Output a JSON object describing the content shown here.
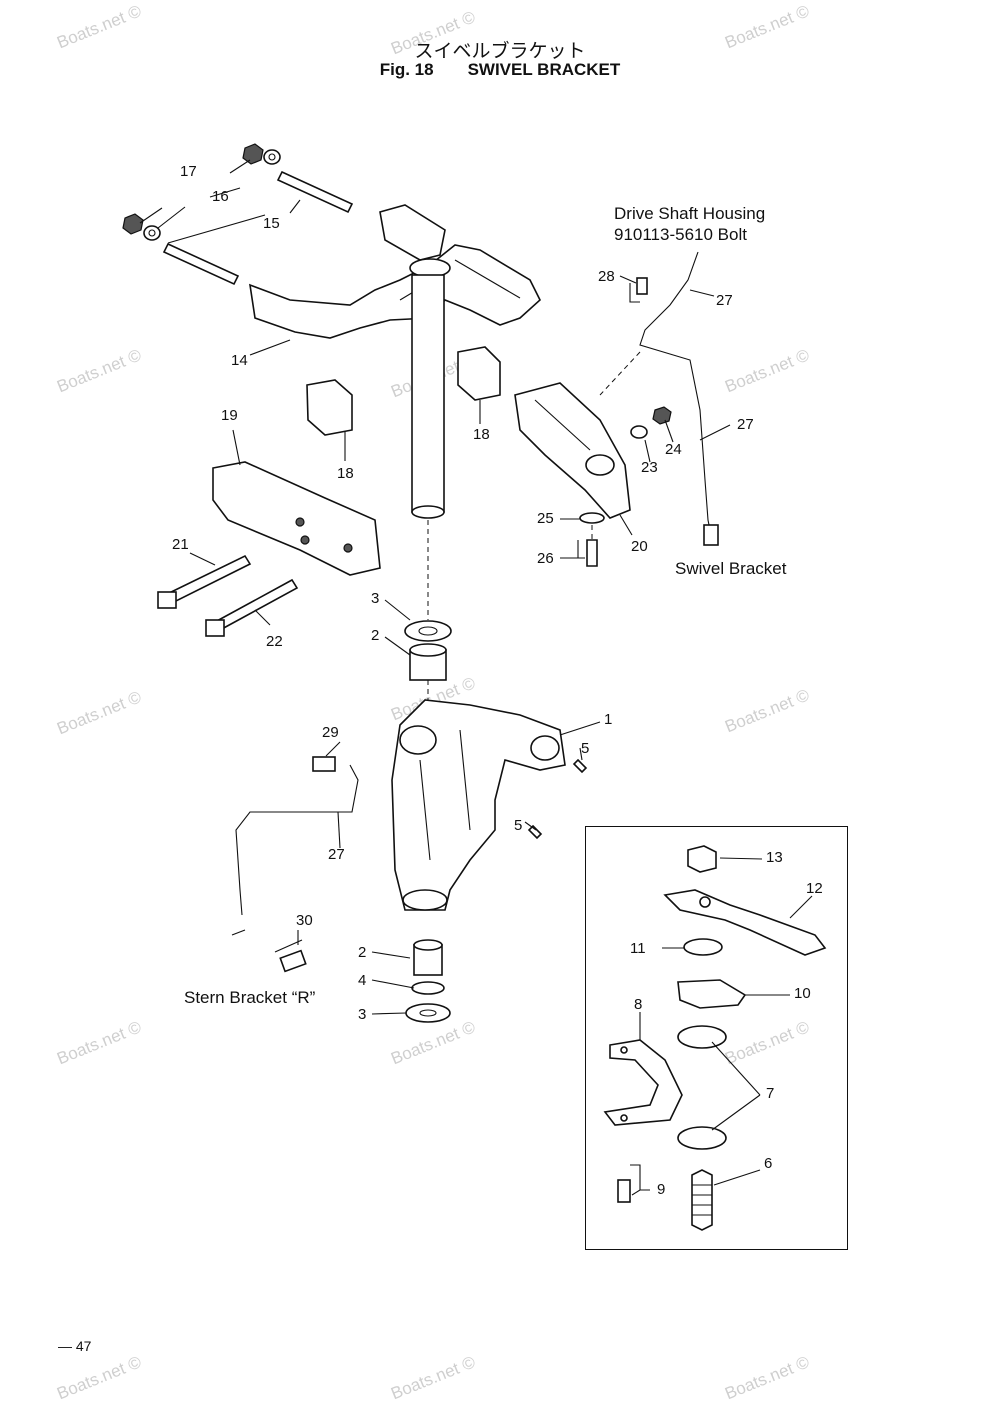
{
  "header": {
    "title_jp": "スイベルブラケット",
    "fig_number": "Fig. 18",
    "title_en": "SWIVEL BRACKET"
  },
  "captions": {
    "drive_shaft_line1": "Drive Shaft Housing",
    "drive_shaft_line2": "910113-5610 Bolt",
    "swivel_bracket": "Swivel Bracket",
    "stern_bracket": "Stern Bracket “R”"
  },
  "labels": {
    "n1": "1",
    "n2a": "2",
    "n2b": "2",
    "n3a": "3",
    "n3b": "3",
    "n4": "4",
    "n5a": "5",
    "n5b": "5",
    "n6": "6",
    "n7": "7",
    "n8": "8",
    "n9": "9",
    "n10": "10",
    "n11": "11",
    "n12": "12",
    "n13": "13",
    "n14": "14",
    "n15": "15",
    "n16": "16",
    "n17": "17",
    "n18a": "18",
    "n18b": "18",
    "n19": "19",
    "n20": "20",
    "n21": "21",
    "n22": "22",
    "n23": "23",
    "n24": "24",
    "n25": "25",
    "n26": "26",
    "n27a": "27",
    "n27b": "27",
    "n27c": "27",
    "n28": "28",
    "n29": "29",
    "n30": "30"
  },
  "watermark": "Boats.net ©",
  "page_number": "— 47"
}
